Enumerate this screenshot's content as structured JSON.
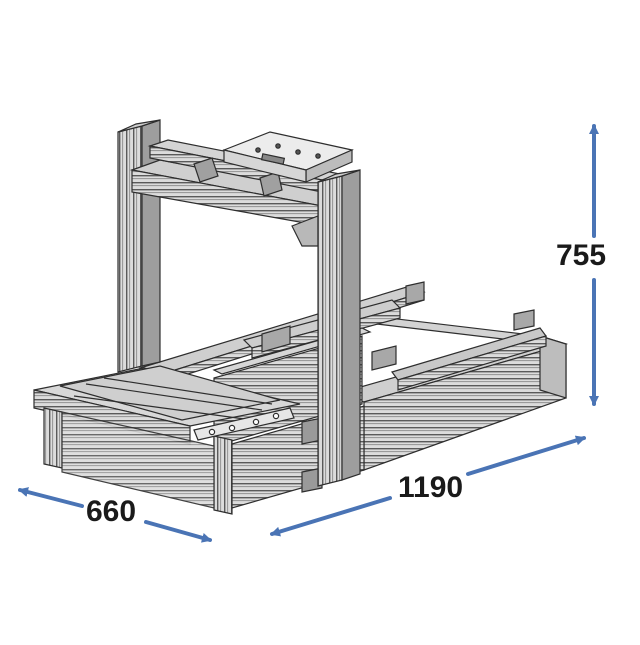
{
  "dimensions": {
    "height": "755",
    "length": "1190",
    "width": "660"
  },
  "colors": {
    "arrow": "#4a74b5",
    "frame_fill": "#d9d9d9",
    "frame_dark": "#3a3a3a",
    "frame_mid": "#8c8c8c",
    "label": "#1a1a1a"
  }
}
